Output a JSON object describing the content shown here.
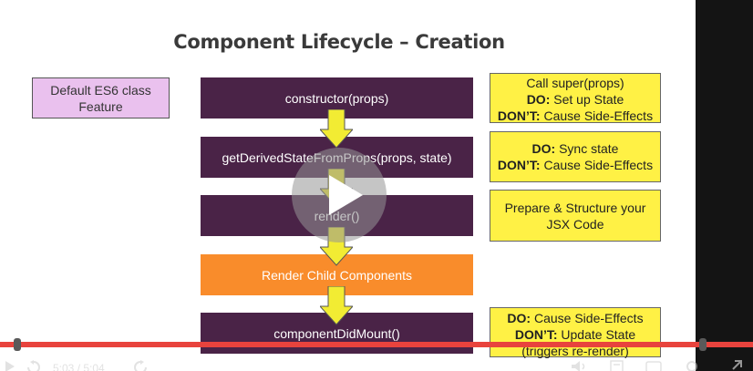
{
  "slide": {
    "title": "Component Lifecycle – Creation",
    "side_label": [
      "Default ES6 class",
      "Feature"
    ],
    "steps": [
      {
        "label": "constructor(props)",
        "color": "#4a2347"
      },
      {
        "label": "getDerivedStateFromProps(props, state)",
        "color": "#4a2347"
      },
      {
        "label": "render()",
        "color": "#4a2347"
      },
      {
        "label": "Render Child Components",
        "color": "#f98c2b"
      },
      {
        "label": "componentDidMount()",
        "color": "#4a2347"
      }
    ],
    "notes": [
      {
        "lines": [
          {
            "plain": "Call super(props)"
          },
          {
            "bold": "DO:",
            "plain": " Set up State"
          },
          {
            "bold": "DON’T:",
            "plain": " Cause Side-Effects"
          }
        ]
      },
      {
        "lines": [
          {
            "bold": "DO:",
            "plain": " Sync state"
          },
          {
            "bold": "DON’T:",
            "plain": " Cause Side-Effects"
          }
        ]
      },
      {
        "lines": [
          {
            "plain": "Prepare & Structure your"
          },
          {
            "plain": "JSX Code"
          }
        ]
      },
      {
        "lines": [
          {
            "bold": "DO:",
            "plain": " Cause Side-Effects"
          },
          {
            "bold": "DON’T:",
            "plain": " Update State"
          },
          {
            "plain": "(triggers re-render)"
          }
        ]
      }
    ]
  },
  "player": {
    "time": "5:03 / 5:04",
    "progress": 0.99,
    "accent": "#e8433d"
  }
}
